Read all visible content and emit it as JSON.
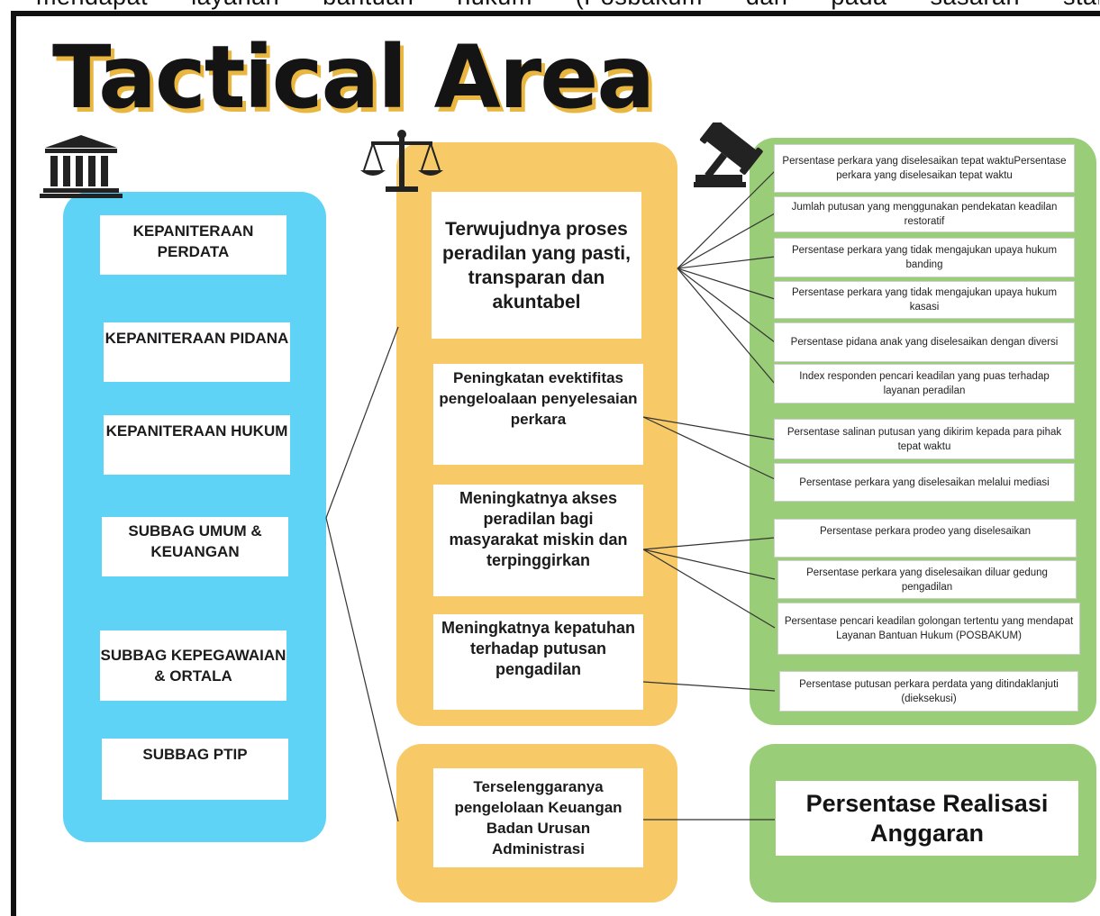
{
  "top_text": "mendapat layanan bantuan hukum (Posbakum dan pada sasaran startegis",
  "title": "Tactical Area",
  "colors": {
    "blue": "#5fd3f6",
    "yellow": "#f8ca67",
    "green": "#9acd77",
    "title_shadow": "#e9b640"
  },
  "icons": {
    "left": "courthouse-icon",
    "middle": "balance-scale-icon",
    "right": "gavel-icon"
  },
  "units": [
    "KEPANITERAAN PERDATA",
    "KEPANITERAAN PIDANA",
    "KEPANITERAAN HUKUM",
    "SUBBAG UMUM & KEUANGAN",
    "SUBBAG KEPEGAWAIAN & ORTALA",
    "SUBBAG PTIP"
  ],
  "goals": [
    "Terwujudnya proses peradilan yang pasti, transparan dan akuntabel",
    "Peningkatan evektifitas pengeloalaan penyelesaian perkara",
    "Meningkatnya akses peradilan bagi masyarakat miskin dan terpinggirkan",
    "Meningkatnya kepatuhan terhadap putusan pengadilan",
    "Terselenggaranya pengelolaan Keuangan Badan Urusan Administrasi"
  ],
  "indicators": [
    "Persentase perkara yang diselesaikan tepat waktuPersentase perkara yang diselesaikan tepat waktu",
    "Jumlah putusan yang menggunakan pendekatan keadilan restoratif",
    "Persentase perkara yang tidak mengajukan upaya hukum banding",
    "Persentase perkara yang tidak mengajukan upaya hukum kasasi",
    "Persentase pidana anak yang diselesaikan dengan diversi",
    "Index responden pencari keadilan yang puas terhadap layanan peradilan",
    "Persentase salinan putusan yang dikirim kepada para pihak tepat waktu",
    "Persentase perkara yang diselesaikan melalui mediasi",
    "Persentase perkara prodeo yang diselesaikan",
    "Persentase perkara yang diselesaikan diluar gedung pengadilan",
    "Persentase pencari keadilan golongan tertentu yang mendapat Layanan Bantuan Hukum (POSBAKUM)",
    "Persentase putusan perkara perdata yang ditindaklanjuti (dieksekusi)"
  ],
  "finance_indicator": "Persentase Realisasi Anggaran"
}
